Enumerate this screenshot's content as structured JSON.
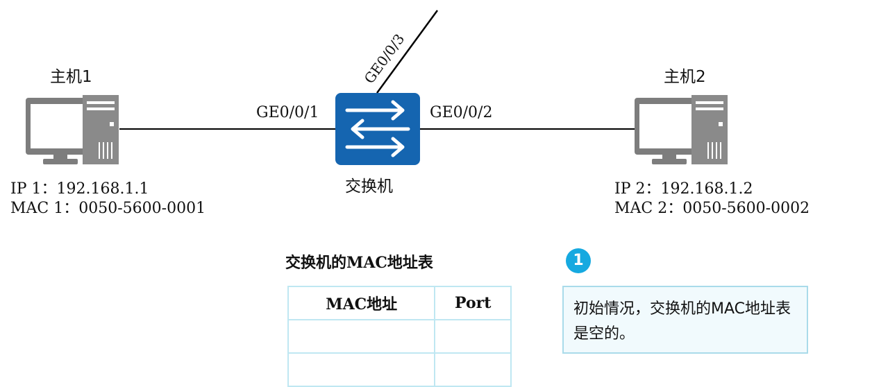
{
  "hosts": [
    {
      "name": "主机1",
      "ip": "IP 1：192.168.1.1",
      "mac": "MAC 1：0050-5600-0001"
    },
    {
      "name": "主机2",
      "ip": "IP 2：192.168.1.2",
      "mac": "MAC 2：0050-5600-0002"
    }
  ],
  "switch": {
    "name": "交换机",
    "ports": {
      "left": "GE0/0/1",
      "right": "GE0/0/2",
      "top": "GE0/0/3"
    }
  },
  "mac_table": {
    "title": "交换机的MAC地址表",
    "headers": [
      "MAC地址",
      "Port"
    ],
    "rows": [
      [
        "",
        ""
      ],
      [
        "",
        ""
      ]
    ]
  },
  "note": {
    "step": "1",
    "text": "初始情况，交换机的MAC地址表是空的。"
  },
  "colors": {
    "switch_blue": "#1565b0",
    "table_border": "#bfe7f2",
    "note_bg": "#f1fafd",
    "badge": "#16a9e0",
    "computer_gray": "#808080"
  }
}
